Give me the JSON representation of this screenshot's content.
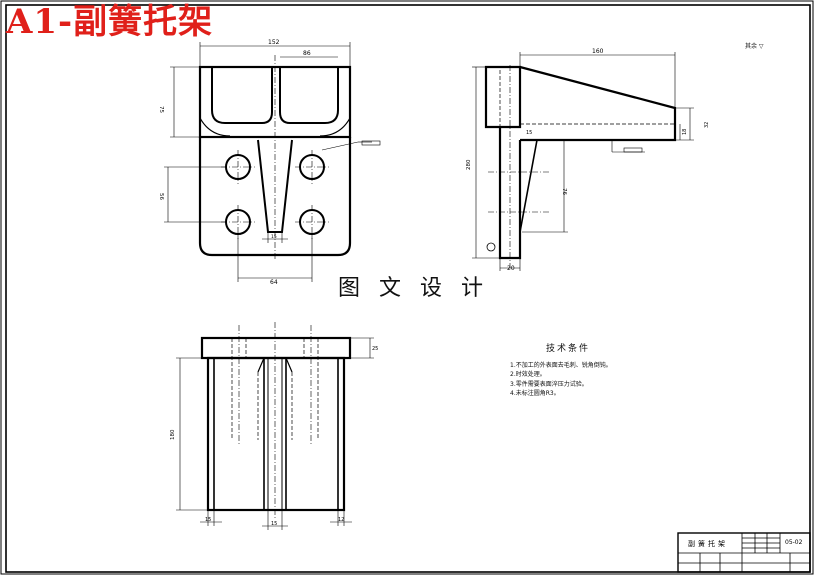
{
  "header": {
    "title": "A1-副簧托架"
  },
  "watermark": {
    "text": "图 文 设 计"
  },
  "roughness": {
    "note": "其余 ▽"
  },
  "tech_requirements": {
    "heading": "技术条件",
    "items": [
      "1.不加工的外表面去毛刺、锐角倒钝。",
      "2.时效处理。",
      "3.零件需要表面淬压力试验。",
      "4.未标注圆角R3。"
    ]
  },
  "title_block": {
    "part_name": "副簧托架",
    "drawing_code": "05-02"
  },
  "dimensions": {
    "front_width": "152",
    "front_top_inner": "86",
    "front_height_top": "75",
    "front_hole_spacing_v": "56",
    "front_bottom_span": "64",
    "front_slot_width": "15",
    "side_length": "160",
    "side_height": "280",
    "side_arm": "76",
    "side_thickness": "20",
    "side_end": "18",
    "side_end_height": "32",
    "side_step": "15",
    "top_height": "180",
    "top_flange": "25",
    "top_left": "15",
    "top_mid": "15",
    "top_right": "12"
  }
}
